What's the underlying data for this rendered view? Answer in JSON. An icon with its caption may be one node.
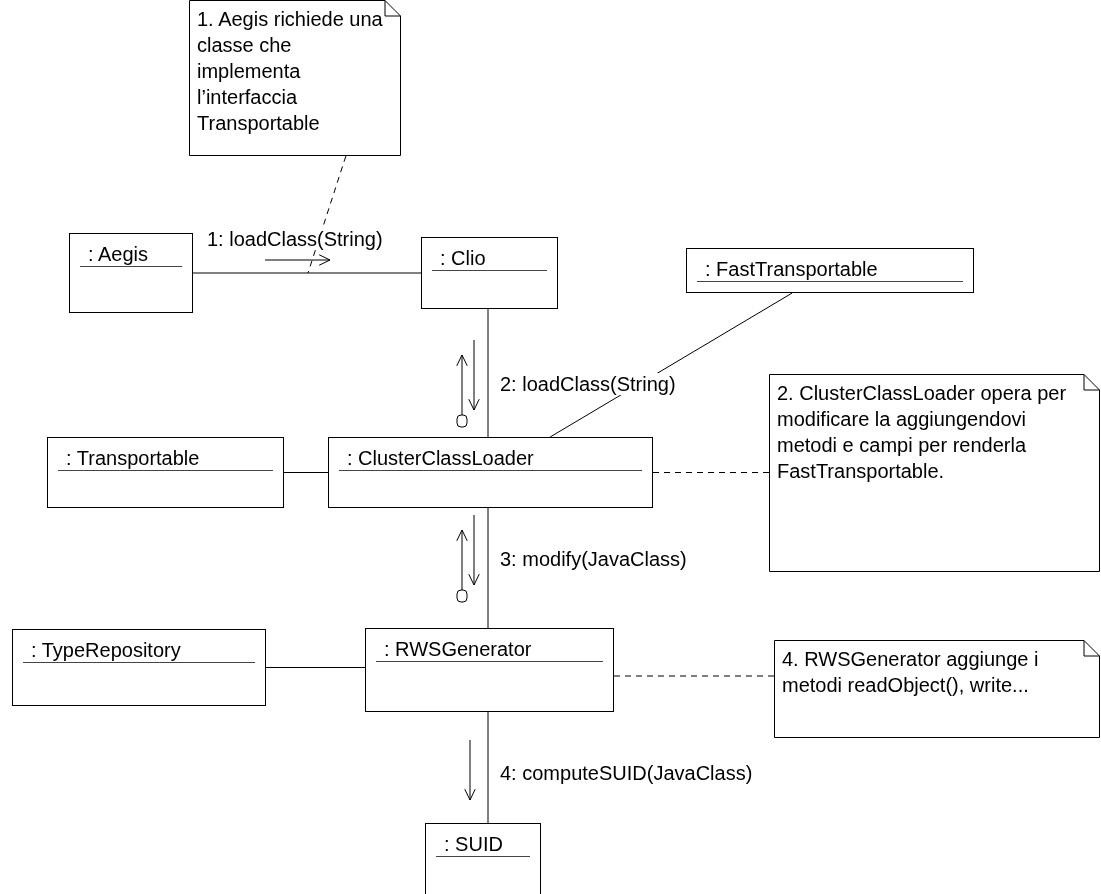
{
  "diagram": {
    "nodes": [
      {
        "text": [
          "1. Aegis richiede una classe che implementa l’interfaccia Transportable"
        ]
      },
      {
        "text": [
          ": Aegis"
        ]
      },
      {
        "text": [
          ": Clio"
        ]
      },
      {
        "text": [
          ": FastTransportable"
        ]
      },
      {
        "text": [
          "2. ClusterClassLoader opera per modificare la aggiungendovi metodi e campi per renderla FastTransportable."
        ]
      },
      {
        "text": [
          ": Transportable"
        ]
      },
      {
        "text": [
          ": ClusterClassLoader"
        ]
      },
      {
        "text": [
          ": TypeRepository"
        ]
      },
      {
        "text": [
          ": RWSGenerator"
        ]
      },
      {
        "text": [
          "4. RWSGenerator aggiunge i metodi readObject(), write..."
        ]
      },
      {
        "text": [
          ": SUID"
        ]
      }
    ],
    "edges": [
      {
        "from": 1,
        "to": 2,
        "arrow": "none",
        "label": "1: loadClass(String)"
      },
      {
        "from": 2,
        "to": 6,
        "arrow": "none",
        "label": "2: loadClass(String)"
      },
      {
        "from": 3,
        "to": 6,
        "arrow": "none"
      },
      {
        "from": 5,
        "to": 6,
        "arrow": "none"
      },
      {
        "from": 6,
        "to": 8,
        "arrow": "none",
        "label": "3: modify(JavaClass)"
      },
      {
        "from": 7,
        "to": 8,
        "arrow": "none"
      },
      {
        "from": 8,
        "to": 10,
        "arrow": "none",
        "label": "4: computeSUID(JavaClass)"
      },
      {
        "from": 0,
        "to": null,
        "arrow": "none",
        "style": "dashed"
      },
      {
        "from": 4,
        "to": 6,
        "arrow": "none",
        "style": "dashed"
      },
      {
        "from": 9,
        "to": 8,
        "arrow": "none",
        "style": "dashed"
      }
    ]
  }
}
